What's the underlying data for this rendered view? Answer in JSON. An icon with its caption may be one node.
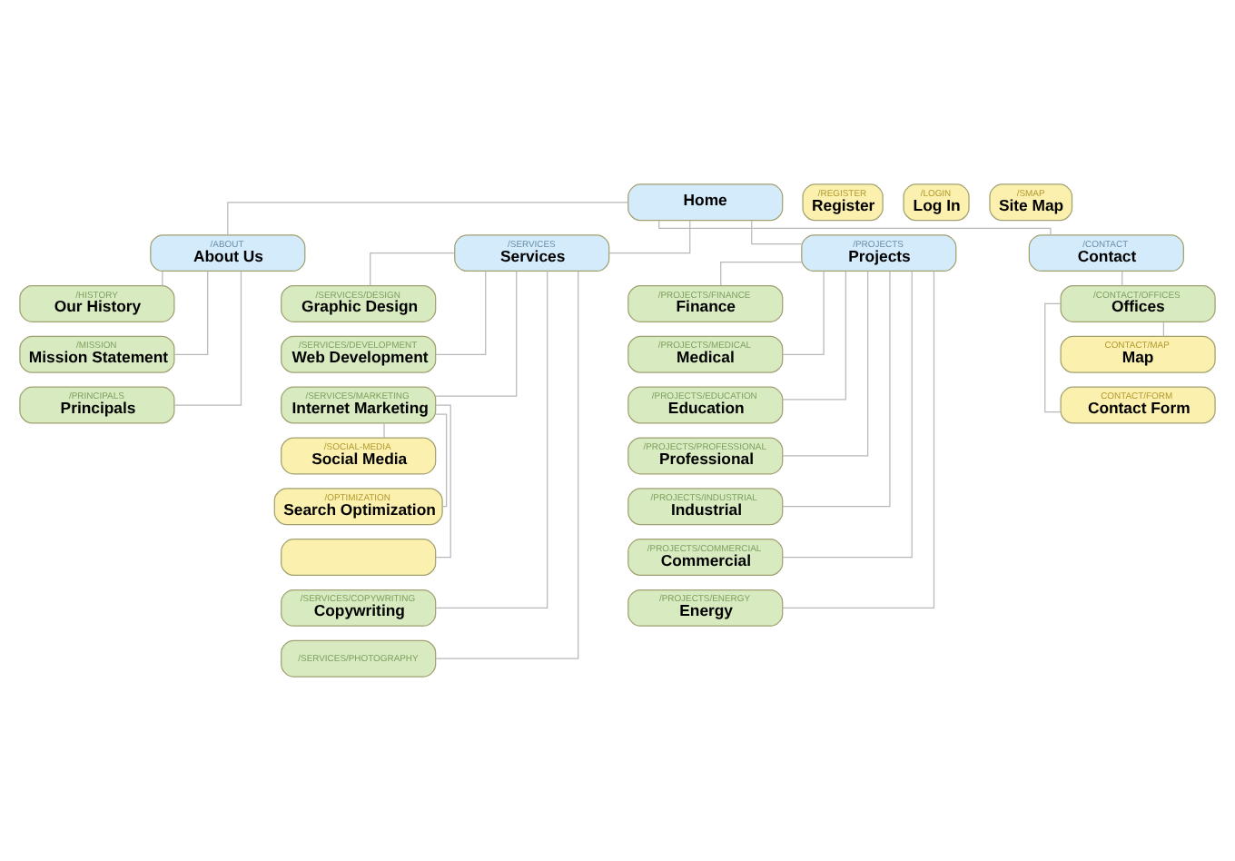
{
  "diagram": {
    "nodes": [
      {
        "text": [
          "Home"
        ]
      },
      {
        "text": [
          "/REGISTER",
          "Register"
        ]
      },
      {
        "text": [
          "/LOGIN",
          "Log In"
        ]
      },
      {
        "text": [
          "/SMAP",
          "Site Map"
        ]
      },
      {
        "text": [
          "/ABOUT",
          "About Us"
        ]
      },
      {
        "text": [
          "/SERVICES",
          "Services"
        ]
      },
      {
        "text": [
          "/PROJECTS",
          "Projects"
        ]
      },
      {
        "text": [
          "/CONTACT",
          "Contact"
        ]
      },
      {
        "text": [
          "/HISTORY",
          "Our History"
        ]
      },
      {
        "text": [
          "/MISSION",
          "Mission Statement"
        ]
      },
      {
        "text": [
          "/PRINCIPALS",
          "Principals"
        ]
      },
      {
        "text": [
          "/SERVICES/DESIGN",
          "Graphic Design"
        ]
      },
      {
        "text": [
          "/SERVICES/DEVELOPMENT",
          "Web Development"
        ]
      },
      {
        "text": [
          "/SERVICES/MARKETING",
          "Internet Marketing"
        ]
      },
      {
        "text": [
          "/SOCIAL-MEDIA",
          "Social Media"
        ]
      },
      {
        "text": [
          "/OPTIMIZATION",
          "Search Optimization"
        ]
      },
      {
        "text": [],
        "shape": "box"
      },
      {
        "text": [
          "/SERVICES/COPYWRITING",
          "Copywriting"
        ]
      },
      {
        "text": [
          "/SERVICES/PHOTOGRAPHY"
        ]
      },
      {
        "text": [
          "/PROJECTS/FINANCE",
          "Finance"
        ]
      },
      {
        "text": [
          "/PROJECTS/MEDICAL",
          "Medical"
        ]
      },
      {
        "text": [
          "/PROJECTS/EDUCATION",
          "Education"
        ]
      },
      {
        "text": [
          "/PROJECTS/PROFESSIONAL",
          "Professional"
        ]
      },
      {
        "text": [
          "/PROJECTS/INDUSTRIAL",
          "Industrial"
        ]
      },
      {
        "text": [
          "/PROJECTS/COMMERCIAL",
          "Commercial"
        ]
      },
      {
        "text": [
          "/PROJECTS/ENERGY",
          "Energy"
        ]
      },
      {
        "text": [
          "/CONTACT/OFFICES",
          "Offices"
        ]
      },
      {
        "text": [
          "CONTACT/MAP",
          "Map"
        ]
      },
      {
        "text": [
          "CONTACT/FORM",
          "Contact Form"
        ]
      }
    ],
    "edges": [
      {
        "from": 0,
        "to": 4,
        "arrow": "none"
      },
      {
        "from": 0,
        "to": 5,
        "arrow": "none"
      },
      {
        "from": 0,
        "to": 6,
        "arrow": "none"
      },
      {
        "from": 0,
        "to": 7,
        "arrow": "none"
      },
      {
        "from": 4,
        "to": 8,
        "arrow": "none"
      },
      {
        "from": 4,
        "to": 9,
        "arrow": "none"
      },
      {
        "from": 4,
        "to": 10,
        "arrow": "none"
      },
      {
        "from": 5,
        "to": 11,
        "arrow": "none"
      },
      {
        "from": 5,
        "to": 12,
        "arrow": "none"
      },
      {
        "from": 5,
        "to": 13,
        "arrow": "none"
      },
      {
        "from": 13,
        "to": 14,
        "arrow": "none"
      },
      {
        "from": 13,
        "to": 15,
        "arrow": "none"
      },
      {
        "from": 13,
        "to": 16,
        "arrow": "none"
      },
      {
        "from": 5,
        "to": 17,
        "arrow": "none"
      },
      {
        "from": 5,
        "to": 18,
        "arrow": "none"
      },
      {
        "from": 6,
        "to": 19,
        "arrow": "none"
      },
      {
        "from": 6,
        "to": 20,
        "arrow": "none"
      },
      {
        "from": 6,
        "to": 21,
        "arrow": "none"
      },
      {
        "from": 6,
        "to": 22,
        "arrow": "none"
      },
      {
        "from": 6,
        "to": 23,
        "arrow": "none"
      },
      {
        "from": 6,
        "to": 24,
        "arrow": "none"
      },
      {
        "from": 6,
        "to": 25,
        "arrow": "none"
      },
      {
        "from": 7,
        "to": 26,
        "arrow": "none"
      },
      {
        "from": 26,
        "to": 27,
        "arrow": "none"
      },
      {
        "from": 26,
        "to": 28,
        "arrow": "none"
      }
    ]
  }
}
